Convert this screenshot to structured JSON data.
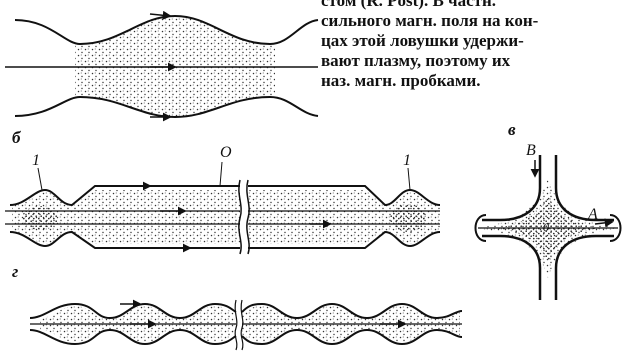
{
  "text": {
    "lines": [
      "стом  (R. Post).   В  частн.",
      "сильного магн. поля на кон-",
      "цах этой ловушки удержи-",
      "вают  плазму,  поэтому  их",
      "наз.  магн.  пробками."
    ]
  },
  "labels": {
    "b": "б",
    "v": "в",
    "g": "г",
    "one_left": "1",
    "one_right": "1",
    "zero": "O",
    "B": "B",
    "A": "A",
    "center": "0"
  },
  "colors": {
    "ink": "#111111",
    "paper": "#ffffff",
    "dots": "#333333"
  }
}
